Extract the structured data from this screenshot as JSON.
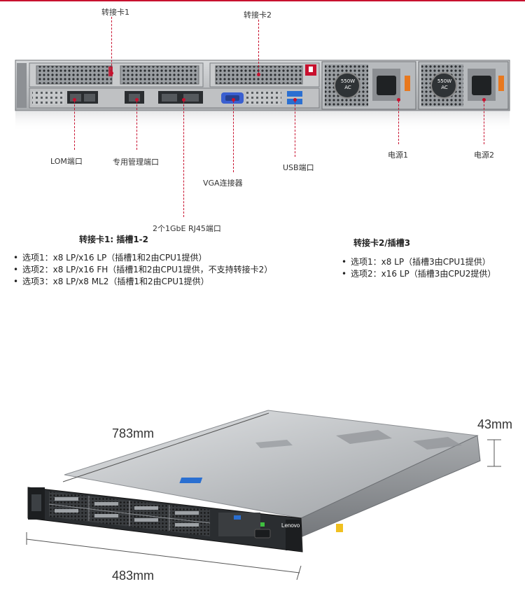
{
  "rear_callouts": {
    "riser1": "转接卡1",
    "riser2": "转接卡2",
    "lom_port": "LOM端口",
    "mgmt_port": "专用管理端口",
    "vga": "VGA连接器",
    "rj45": "2个1GbE RJ45端口",
    "usb": "USB端口",
    "psu1": "电源1",
    "psu2": "电源2",
    "psu_rating": "550W",
    "psu_ac": "AC"
  },
  "riser1_section": {
    "heading": "转接卡1: 插槽1-2",
    "options": [
      "选项1：x8 LP/x16 LP（插槽1和2由CPU1提供）",
      "选项2：x8 LP/x16 FH（插槽1和2由CPU1提供，不支持转接卡2）",
      "选项3：x8 LP/x8 ML2（插槽1和2由CPU1提供）"
    ]
  },
  "riser2_section": {
    "heading": "转接卡2/插槽3",
    "options": [
      "选项1：x8 LP（插槽3由CPU1提供）",
      "选项2：x16 LP（插槽3由CPU2提供）"
    ]
  },
  "dimensions": {
    "depth": "783mm",
    "width": "483mm",
    "height": "43mm"
  },
  "front_panel": {
    "brand": "Lenovo"
  },
  "colors": {
    "accent": "#c8102e",
    "chassis": "#b9bcbf",
    "usb": "#2a6fd1",
    "vga": "#3a5fd0",
    "psu_handle": "#e8781e"
  }
}
